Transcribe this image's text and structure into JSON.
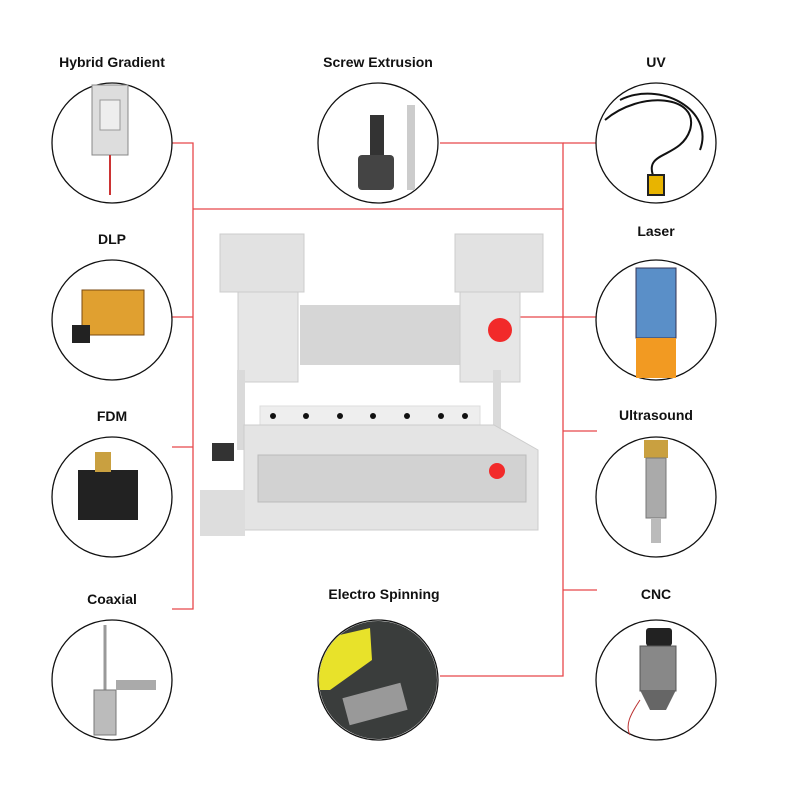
{
  "modules": [
    {
      "id": "hybrid-gradient",
      "label": "Hybrid Gradient"
    },
    {
      "id": "screw-extrusion",
      "label": "Screw Extrusion"
    },
    {
      "id": "uv",
      "label": "UV"
    },
    {
      "id": "dlp",
      "label": "DLP"
    },
    {
      "id": "laser",
      "label": "Laser"
    },
    {
      "id": "fdm",
      "label": "FDM"
    },
    {
      "id": "ultrasound",
      "label": "Ultrasound"
    },
    {
      "id": "coaxial",
      "label": "Coaxial"
    },
    {
      "id": "electro-spinning",
      "label": "Electro Spinning"
    },
    {
      "id": "cnc",
      "label": "CNC"
    }
  ],
  "colors": {
    "connector": "#e8474b",
    "accent": "#f22a2a",
    "machine": "#dcdcdc"
  }
}
